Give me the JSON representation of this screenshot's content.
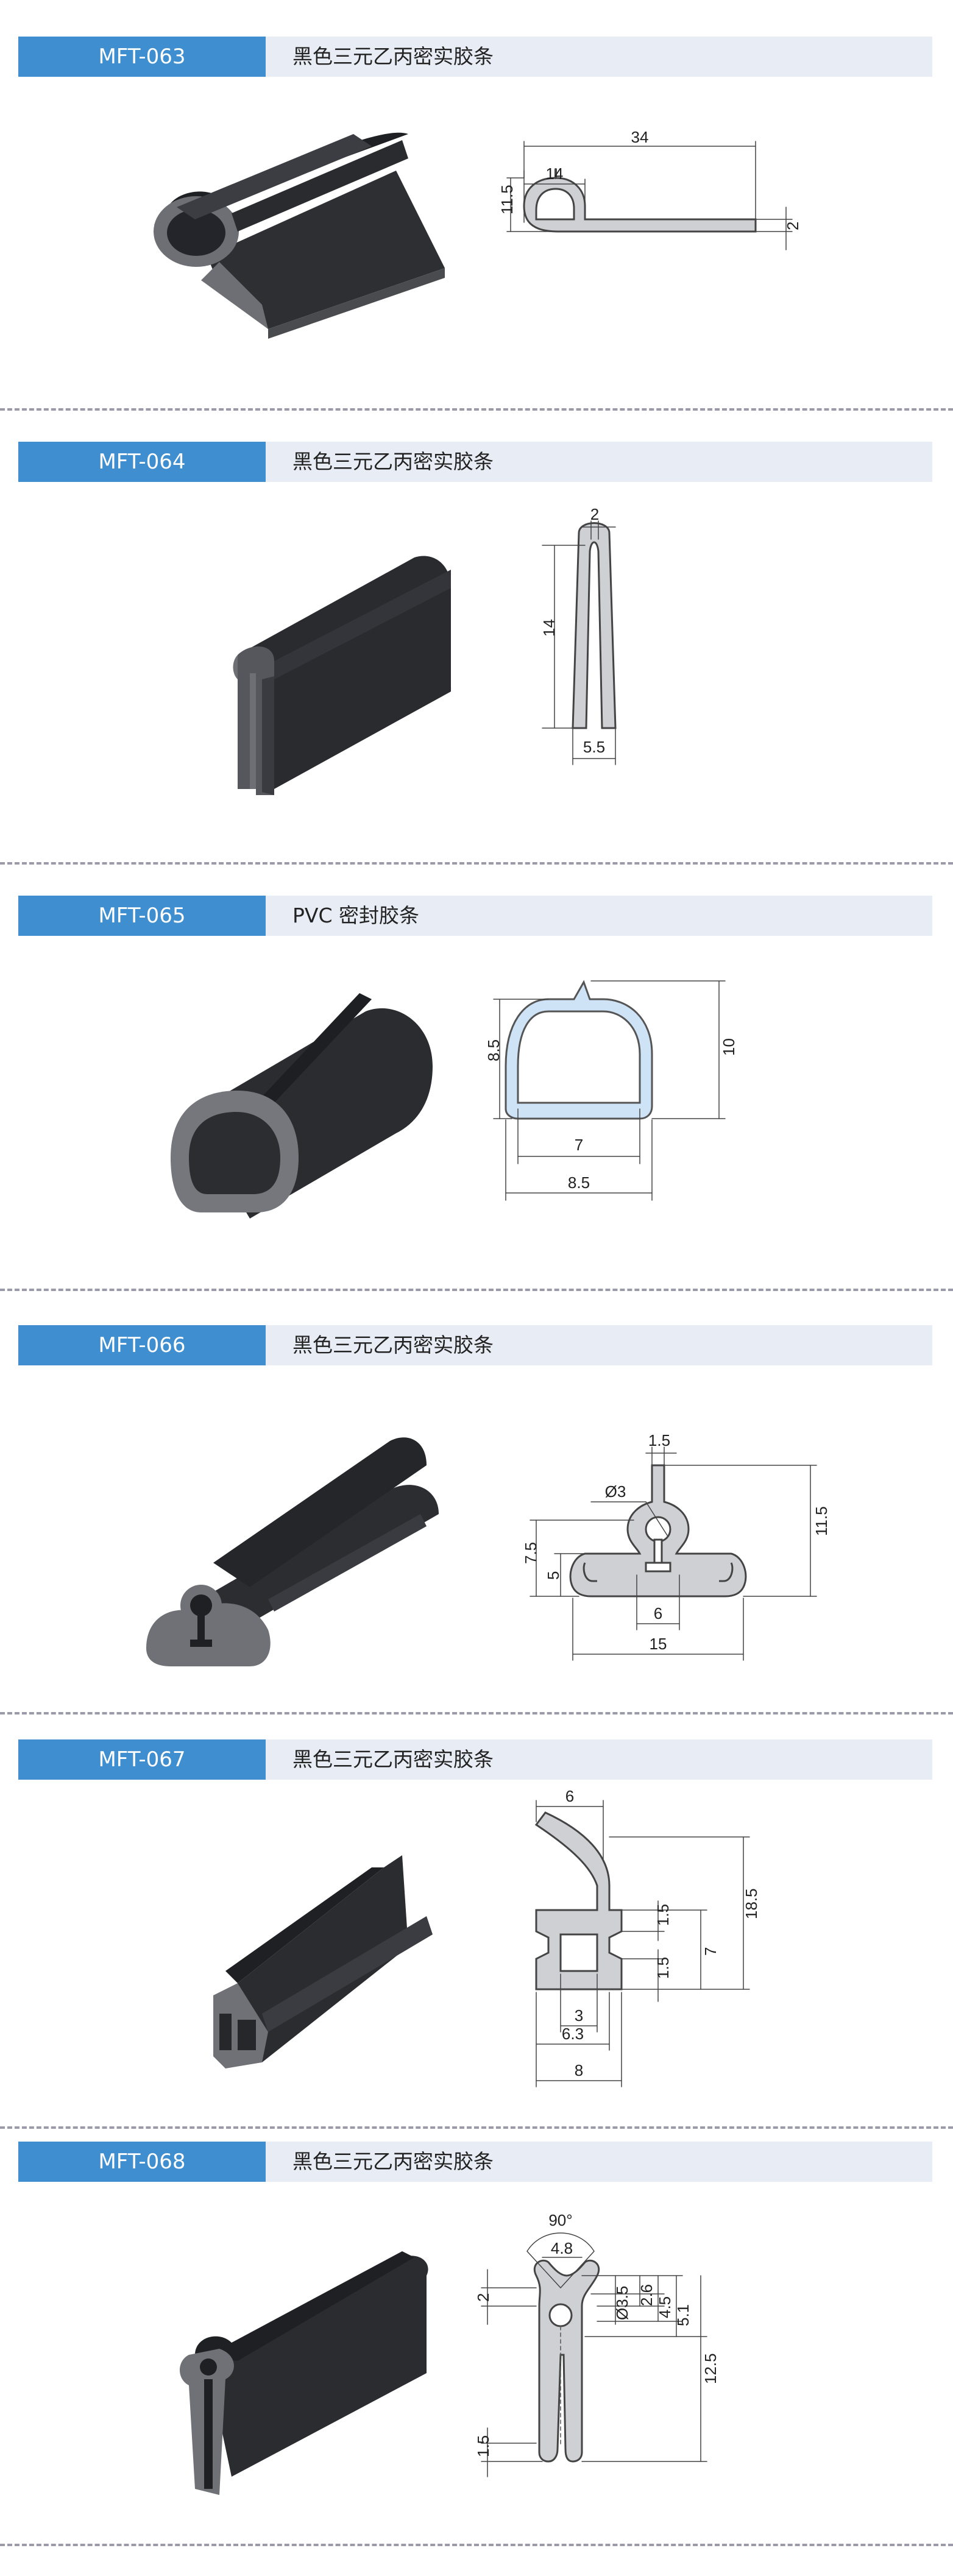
{
  "sections": [
    {
      "code": "MFT-063",
      "title": "黑色三元乙丙密实胶条",
      "dims": [
        "34",
        "14",
        "11.5",
        "2"
      ]
    },
    {
      "code": "MFT-064",
      "title": "黑色三元乙丙密实胶条",
      "dims": [
        "2",
        "14",
        "5.5"
      ]
    },
    {
      "code": "MFT-065",
      "title": "PVC 密封胶条",
      "dims": [
        "8.5",
        "10",
        "7",
        "8.5"
      ]
    },
    {
      "code": "MFT-066",
      "title": "黑色三元乙丙密实胶条",
      "dims": [
        "1.5",
        "Ø3",
        "7.5",
        "5",
        "11.5",
        "6",
        "15"
      ]
    },
    {
      "code": "MFT-067",
      "title": "黑色三元乙丙密实胶条",
      "dims": [
        "6",
        "1.5",
        "7",
        "18.5",
        "1.5",
        "3",
        "6.3",
        "8"
      ]
    },
    {
      "code": "MFT-068",
      "title": "黑色三元乙丙密实胶条",
      "dims": [
        "90°",
        "4.8",
        "Ø3.5",
        "2.6",
        "2",
        "4.5",
        "5.1",
        "12.5",
        "1.5"
      ]
    }
  ],
  "colors": {
    "code_bg": "#3f8fd0",
    "header_bg": "#e8edf5",
    "profile_fill": "#cfd0d3",
    "pvc_fill": "#cfe3f7",
    "rubber": "#2c2d30"
  }
}
